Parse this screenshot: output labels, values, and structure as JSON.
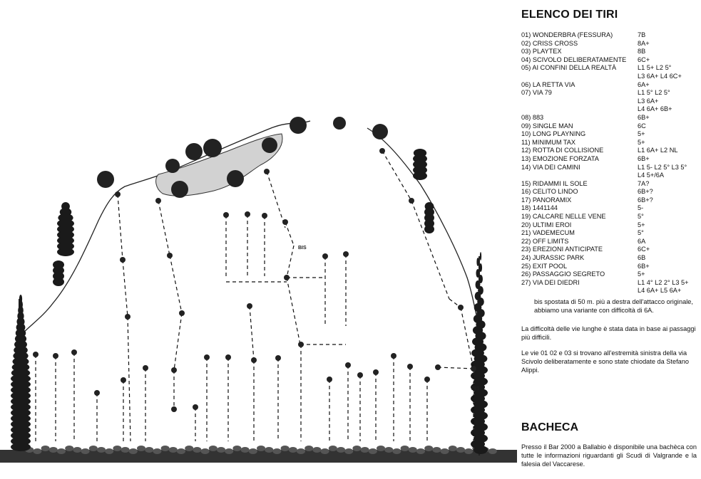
{
  "elenco": {
    "title": "ELENCO DEI TIRI",
    "routes": [
      {
        "name": "01) WONDERBRA (FESSURA)",
        "grade": "7B"
      },
      {
        "name": "02) CRISS CROSS",
        "grade": "8A+"
      },
      {
        "name": "03) PLAYTEX",
        "grade": "8B"
      },
      {
        "name": "04) SCIVOLO DELIBERATAMENTE",
        "grade": "6C+"
      },
      {
        "name": "05) AI CONFINI DELLA REALTÀ",
        "grade": "L1 5+ L2 5°\nL3 6A+ L4 6C+"
      },
      {
        "name": "06) LA RETTA VIA",
        "grade": "6A+"
      },
      {
        "name": "07) VIA 79",
        "grade": "L1 5° L2 5°\nL3 6A+\nL4 6A+ 6B+"
      },
      {
        "name": "08) 883",
        "grade": "6B+"
      },
      {
        "name": "09) SINGLE MAN",
        "grade": "6C"
      },
      {
        "name": "10) LONG PLAYNING",
        "grade": "5+"
      },
      {
        "name": "11) MINIMUM TAX",
        "grade": "5+"
      },
      {
        "name": "12) ROTTA DI COLLISIONE",
        "grade": "L1 6A+ L2 NL"
      },
      {
        "name": "13) EMOZIONE FORZATA",
        "grade": "6B+"
      },
      {
        "name": "14) VIA DEI CAMINI",
        "grade": "L1 5- L2 5° L3 5°\nL4 5+/6A"
      },
      {
        "name": "15) RIDAMMI IL SOLE",
        "grade": "7A?"
      },
      {
        "name": "16) CELITO LINDO",
        "grade": "6B+?"
      },
      {
        "name": "17) PANORAMIX",
        "grade": "6B+?"
      },
      {
        "name": "18) 1441144",
        "grade": "5-"
      },
      {
        "name": "19) CALCARE NELLE VENE",
        "grade": "5°"
      },
      {
        "name": "20) ULTIMI EROI",
        "grade": "5+"
      },
      {
        "name": "21) VADEMECUM",
        "grade": "5°"
      },
      {
        "name": "22) OFF LIMITS",
        "grade": "6A"
      },
      {
        "name": "23) EREZIONI ANTICIPATE",
        "grade": "6C+"
      },
      {
        "name": "24) JURASSIC PARK",
        "grade": "6B"
      },
      {
        "name": "25) EXIT POOL",
        "grade": "6B+"
      },
      {
        "name": "26) PASSAGGIO SEGRETO",
        "grade": "5+"
      },
      {
        "name": "27) VIA DEI DIEDRI",
        "grade": "L1 4° L2 2° L3 5+\nL4 6A+ L5 6A+"
      }
    ],
    "bis_note": "bis spostata di 50 m. più a destra dell'attacco originale, abbiamo una variante con difficoltà di 6A.",
    "para1": "La difficoltà delle vie lunghe è stata data in base ai passaggi più difficili.",
    "para2": "Le vie 01 02 e 03 si trovano all'estremità sinistra della via Scivolo deliberatamente e sono state chiodate da Stefano Alippi."
  },
  "bacheca": {
    "title": "BACHECA",
    "text": "Presso il Bar 2000 a Ballabio è disponibile una bachèca con tutte le informazioni riguardanti gli Scudi di Valgrande e la falesia del Vaccarese."
  },
  "topo": {
    "bis_label_1": "BIS",
    "bis_label_2": "BIS"
  }
}
